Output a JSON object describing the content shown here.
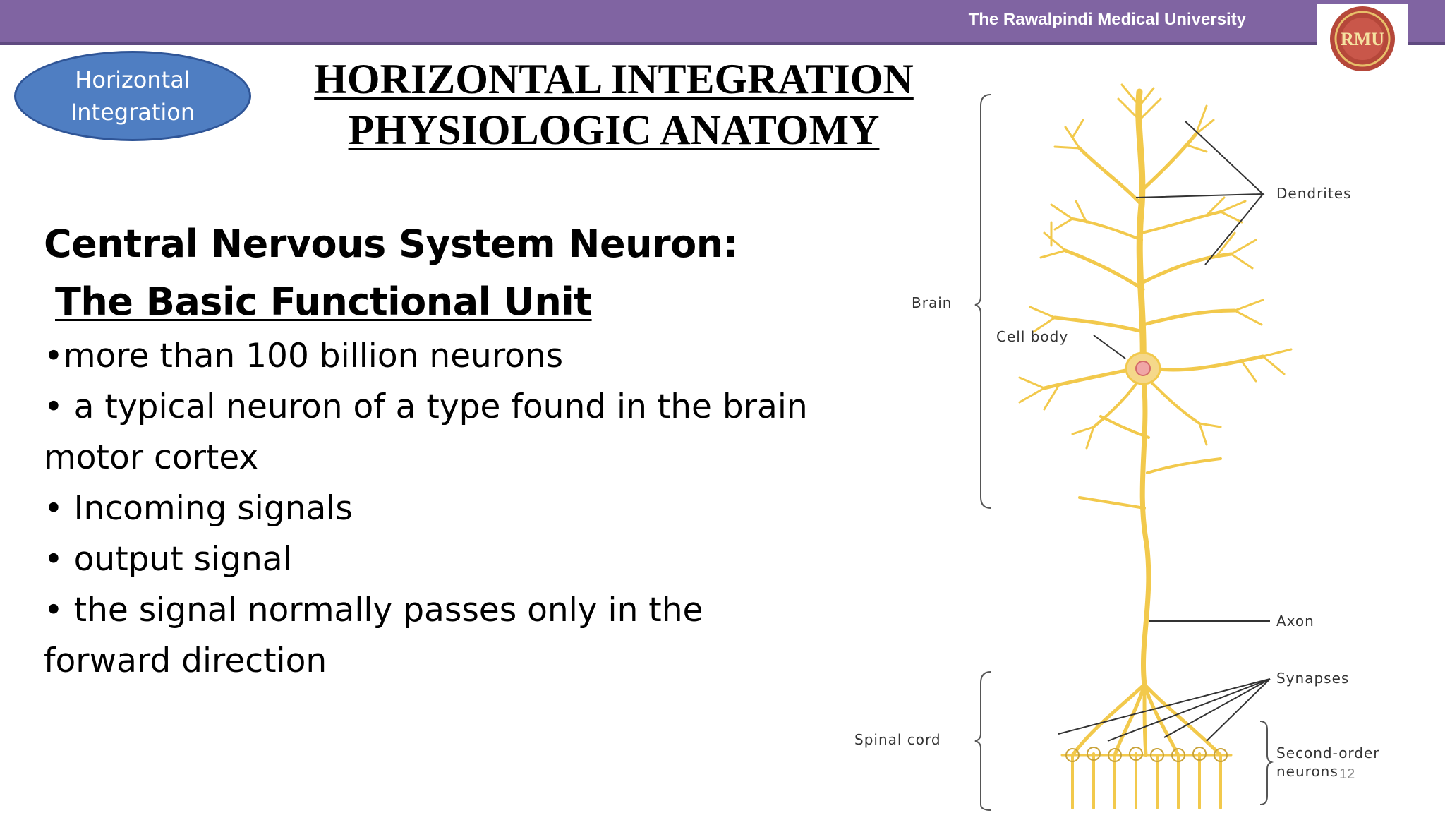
{
  "header": {
    "university": "The Rawalpindi Medical University",
    "bar_color": "#8064a2"
  },
  "badge": {
    "label": "Horizontal Integration",
    "color": "#4f7ec2"
  },
  "title": {
    "line1": "HORIZONTAL INTEGRATION",
    "line2": "PHYSIOLOGIC ANATOMY"
  },
  "content": {
    "heading1": "Central Nervous System Neuron:",
    "heading2": "The Basic Functional Unit",
    "bullets": [
      "•more than 100 billion neurons",
      "• a typical neuron of a type found in the brain",
      "motor cortex",
      "• Incoming signals",
      "• output signal",
      "• the signal normally passes only in the",
      "forward direction"
    ]
  },
  "diagram": {
    "neuron_color": "#f2c94c",
    "labels": {
      "dendrites": "Dendrites",
      "brain": "Brain",
      "cell_body": "Cell body",
      "axon": "Axon",
      "synapses": "Synapses",
      "spinal_cord": "Spinal cord",
      "second_order_line1": "Second-order",
      "second_order_line2": "neurons"
    }
  },
  "page_number": "12"
}
